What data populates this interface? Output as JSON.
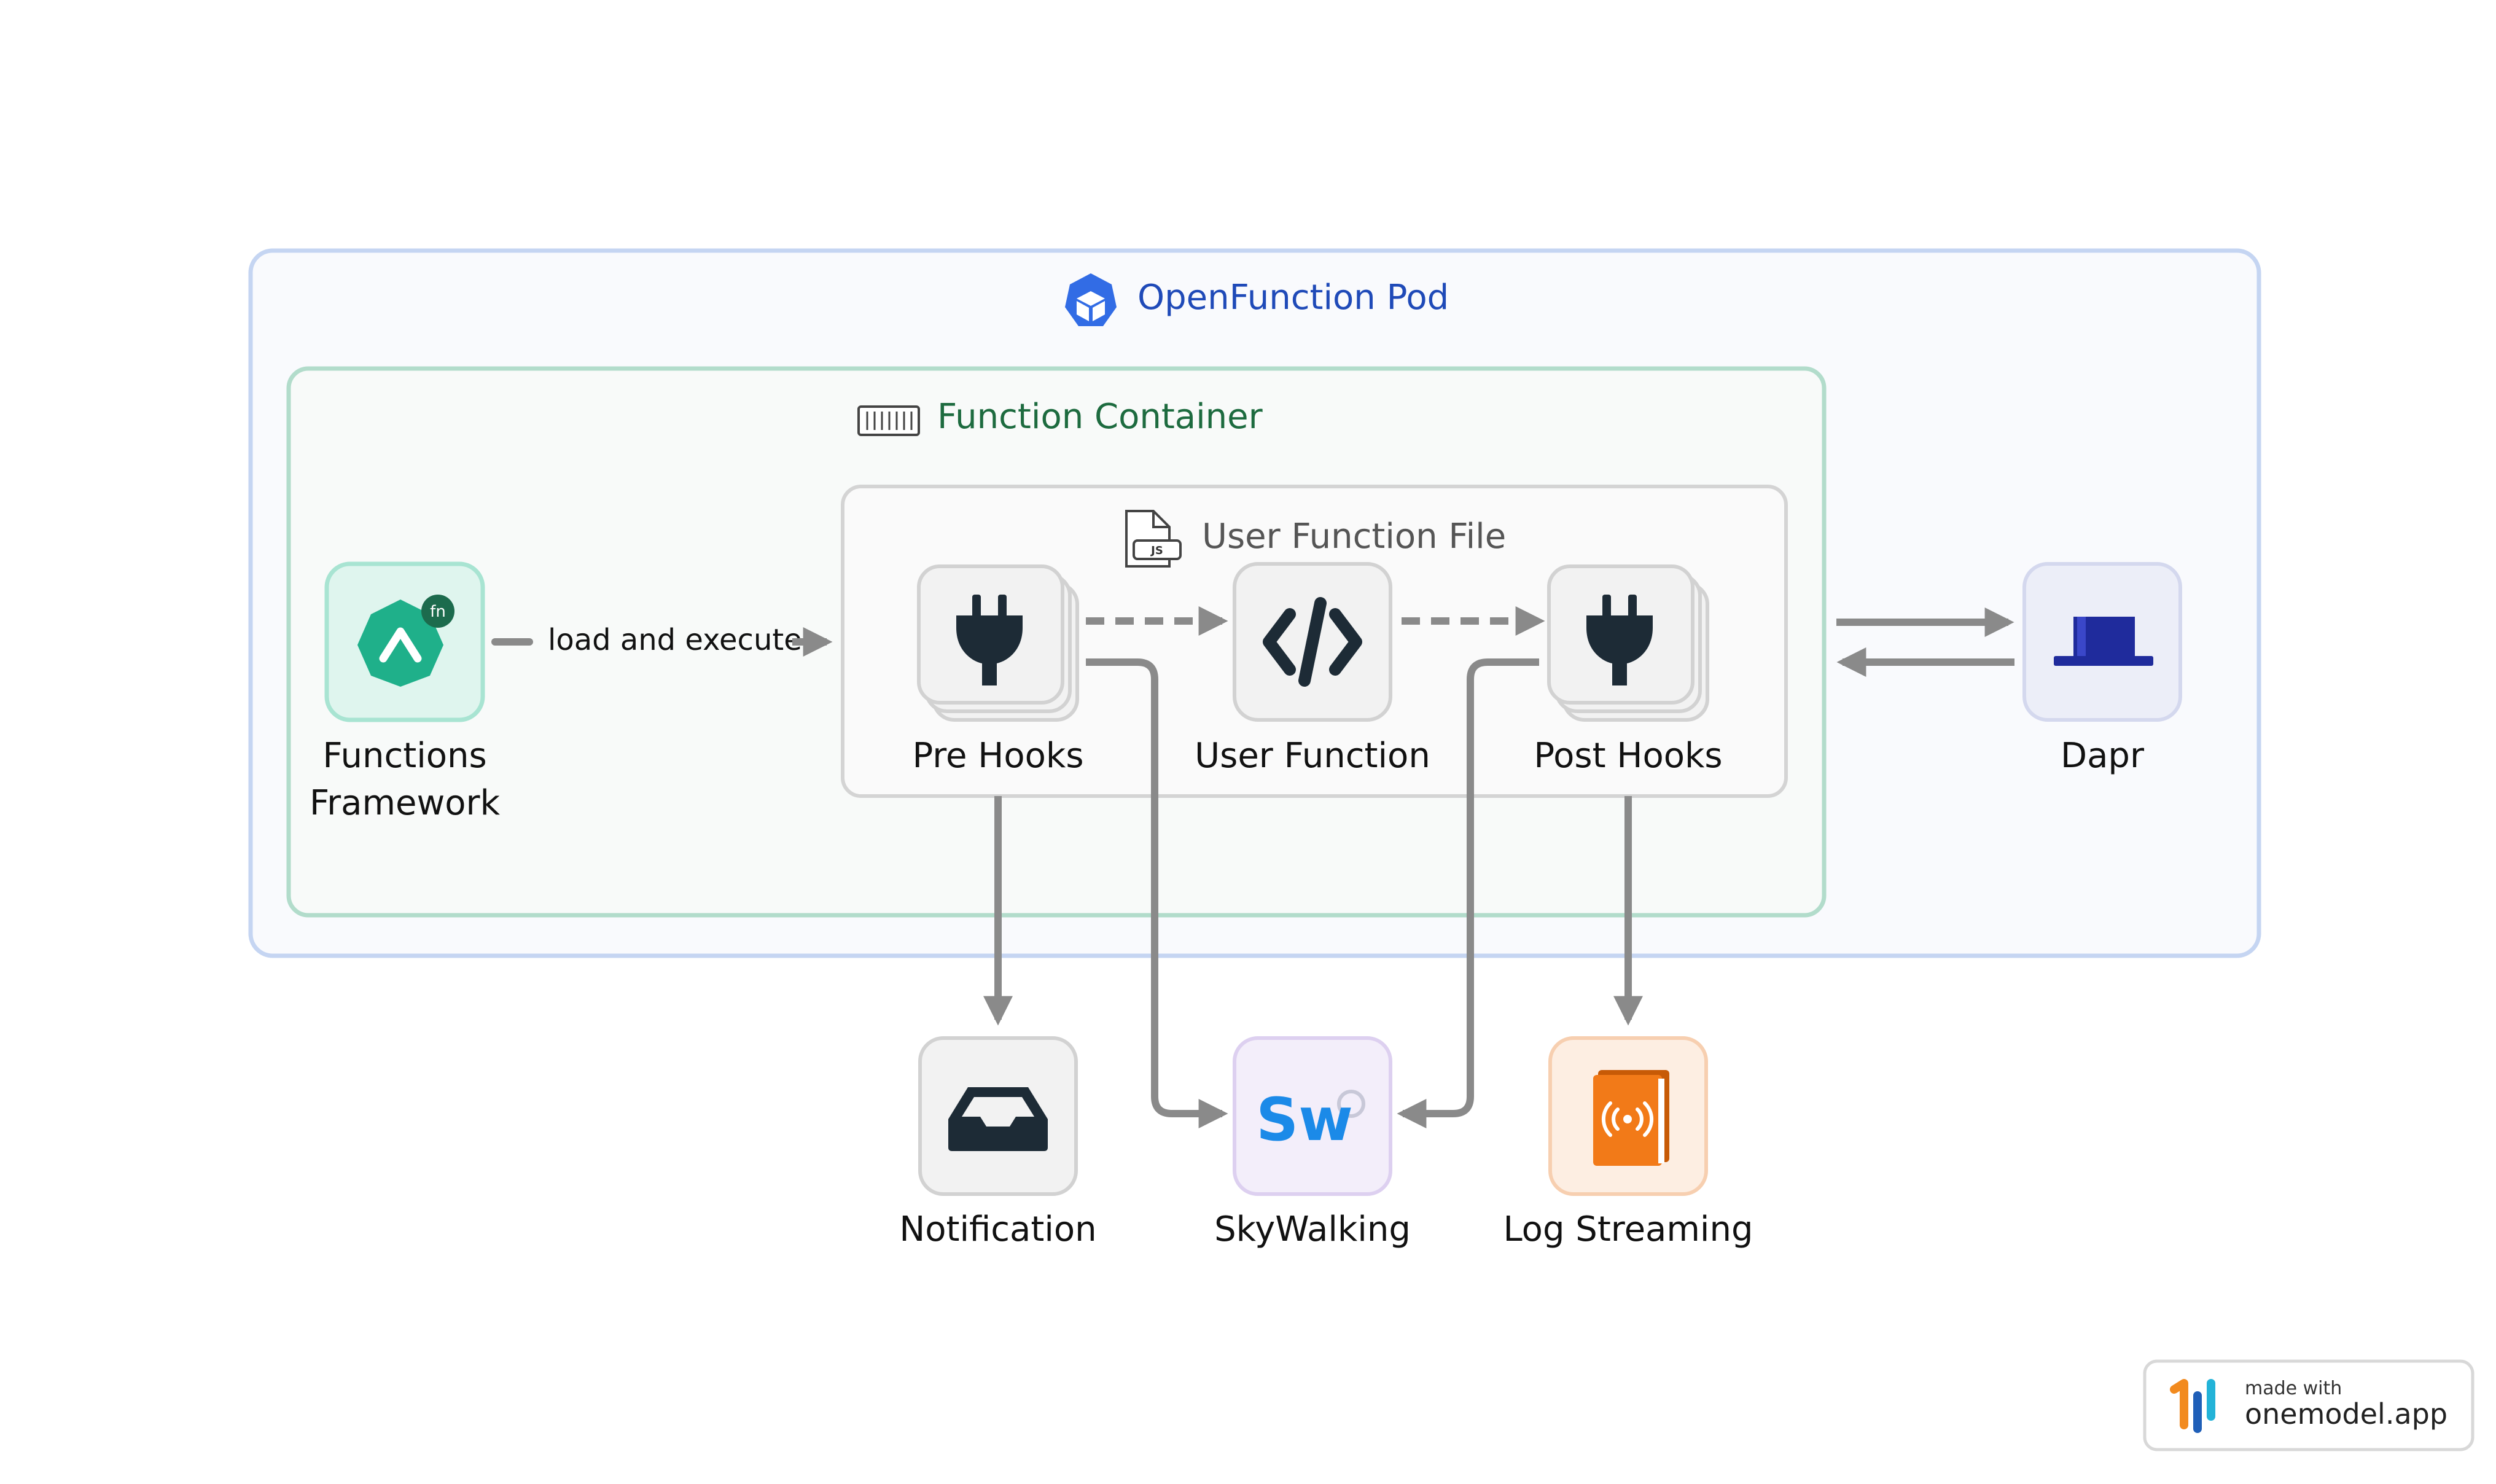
{
  "pod": {
    "title": "OpenFunction Pod"
  },
  "container": {
    "title": "Function Container"
  },
  "file": {
    "title": "User Function File",
    "file_icon_text": "JS"
  },
  "framework": {
    "label_line1": "Functions",
    "label_line2": "Framework",
    "badge": "fn"
  },
  "edges": {
    "load_execute": "load and execute"
  },
  "nodes": {
    "pre_hooks": "Pre Hooks",
    "user_function": "User Function",
    "post_hooks": "Post Hooks",
    "dapr": "Dapr",
    "notification": "Notification",
    "skywalking": "SkyWalking",
    "skywalking_logo": "Sw",
    "log_streaming": "Log Streaming"
  },
  "watermark": {
    "line1": "made with",
    "line2": "onemodel.app"
  },
  "colors": {
    "pod_border": "#c5d5f2",
    "container_border": "#b2dccb",
    "file_border": "#d4d4d4",
    "edge": "#8a8a8a",
    "pod_title": "#1f4ab8",
    "container_title": "#1d6b3f",
    "file_title": "#555555"
  },
  "icons": {
    "pod": "kubernetes-pod-icon",
    "container": "container-icon",
    "file": "js-file-icon",
    "framework": "openfunction-logo-icon",
    "hooks": "plug-icon",
    "code": "code-icon",
    "dapr": "dapr-hat-icon",
    "notification": "inbox-icon",
    "skywalking": "skywalking-logo-icon",
    "log": "log-book-icon"
  }
}
